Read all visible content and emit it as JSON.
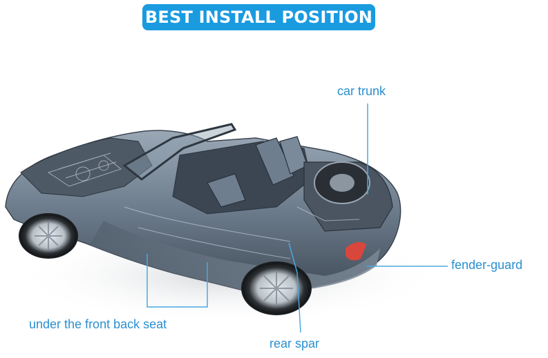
{
  "banner": {
    "title": "BEST INSTALL POSITION"
  },
  "labels": {
    "car_trunk": "car trunk",
    "fender_guard": "fender-guard",
    "front_back_seat": "under the front back seat",
    "rear_spar": "rear spar"
  },
  "colors": {
    "banner_bg": "#1a9be0",
    "label_text": "#2a8fd0",
    "leader_line": "#4aa8e0",
    "car_body": "#5a6a7a"
  },
  "illustration": "car-cutaway-icon"
}
